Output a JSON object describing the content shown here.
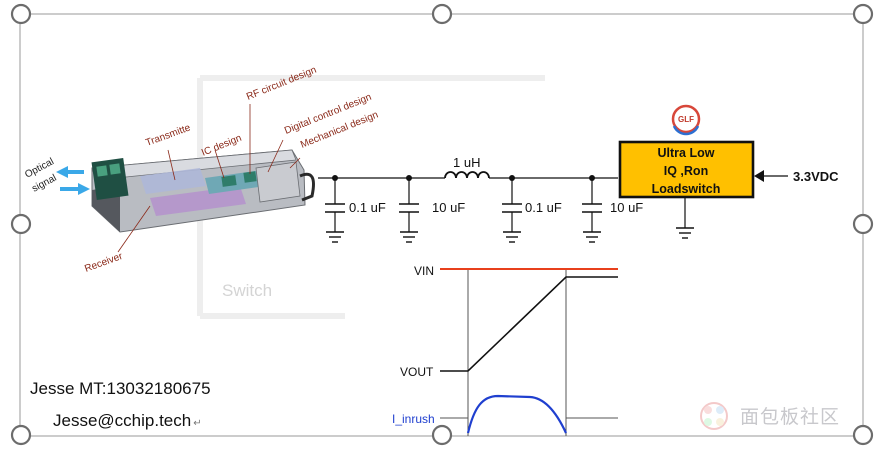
{
  "module": {
    "optical_signal": [
      "Optical",
      "signal"
    ],
    "labels": {
      "transmitter": "Transmitte",
      "ic": "IC design",
      "rf": "RF circuit design",
      "digital": "Digital control design",
      "mechanical": "Mechanical design",
      "receiver": "Receiver"
    }
  },
  "circuit": {
    "c1": "0.1 uF",
    "c2": "10 uF",
    "inductor": "1 uH",
    "c3": "0.1 uF",
    "c4": "10 uF",
    "switch_lines": [
      "Ultra Low",
      "IQ ,Ron",
      "Loadswitch"
    ],
    "supply": "3.3VDC",
    "logo": "GLF",
    "faint_label": "Switch"
  },
  "timing": {
    "vin": "VIN",
    "vout": "VOUT",
    "inrush": "I_inrush"
  },
  "contact": {
    "phone": "Jesse MT:13032180675",
    "email": "Jesse@cchip.tech",
    "return_mark": "↵"
  },
  "watermark": {
    "text": "面包板社区"
  },
  "colors": {
    "switch_fill": "#ffc000",
    "vin_line": "#e8401c",
    "inrush_curve": "#1f3fcf",
    "inrush_label": "#1f3fcf",
    "module_label": "#8b2a1a",
    "arrow_blue": "#3aa8e8",
    "handle": "#7a7a7a"
  }
}
